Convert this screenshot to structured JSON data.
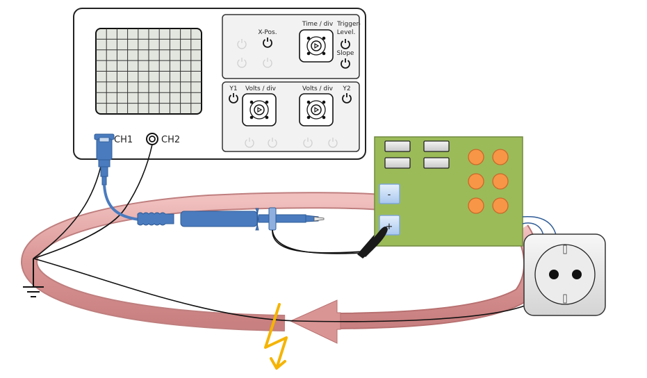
{
  "oscilloscope": {
    "screen": {
      "grid_columns": 10,
      "grid_rows": 8
    },
    "controls_top": {
      "x_pos_label": "X-Pos.",
      "time_div_label": "Time / div",
      "trigger_level_label": "Trigger-\nLevel.",
      "trigger_label_line1": "Trigger-",
      "trigger_label_line2": "Level.",
      "slope_label": "Slope"
    },
    "controls_bottom": {
      "y1_label": "Y1",
      "volts_div_1_label": "Volts / div",
      "volts_div_2_label": "Volts / div",
      "y2_label": "Y2"
    },
    "inputs": {
      "ch1_label": "CH1",
      "ch2_label": "CH2"
    }
  },
  "circuit_board": {
    "minus_label": "-",
    "plus_label": "+",
    "chip_count": 4,
    "orange_component_count": 6
  },
  "colors": {
    "probe_blue": "#4a7bbf",
    "board_green": "#9bbb59",
    "component_orange": "#f79646",
    "ground_loop_pink": "#d99594",
    "lightning_yellow": "#f5b400",
    "button_blue": "#c6dcf7"
  },
  "icons": {
    "ground": "ground-symbol-icon",
    "lightning": "lightning-bolt-icon",
    "socket": "power-socket-icon"
  }
}
